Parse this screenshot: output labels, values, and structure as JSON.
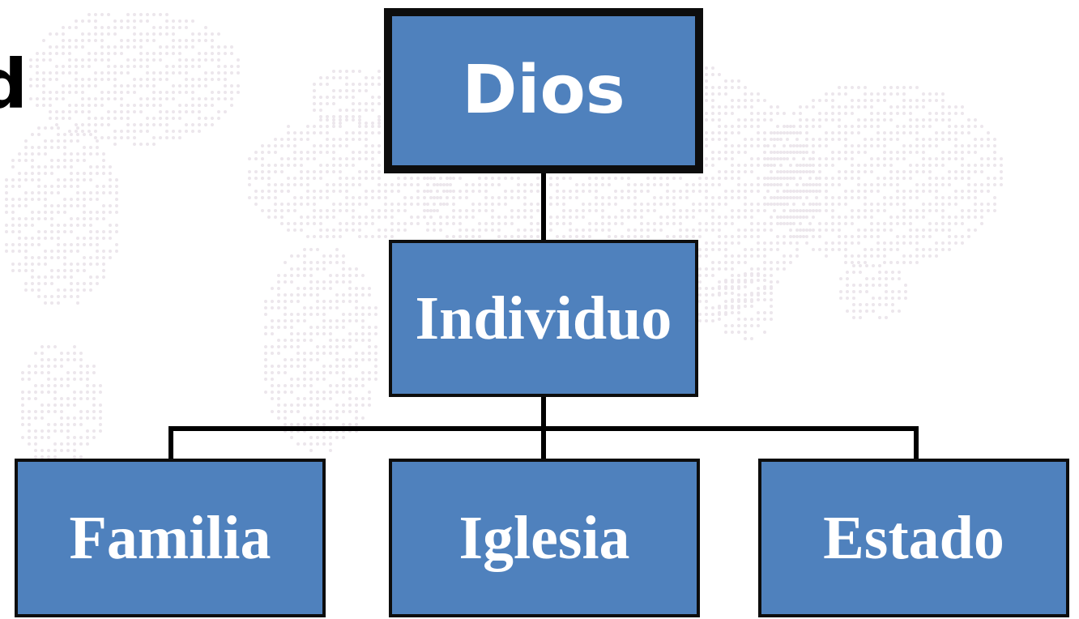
{
  "partial_text": "d",
  "colors": {
    "node_fill": "#4f81bd",
    "node_border": "#0d0d0d",
    "node_text": "#ffffff",
    "background_dots": "#ece6ec"
  },
  "diagram": {
    "root": {
      "label": "Dios"
    },
    "level1": {
      "label": "Individuo"
    },
    "level2": [
      {
        "label": "Familia"
      },
      {
        "label": "Iglesia"
      },
      {
        "label": "Estado"
      }
    ]
  }
}
